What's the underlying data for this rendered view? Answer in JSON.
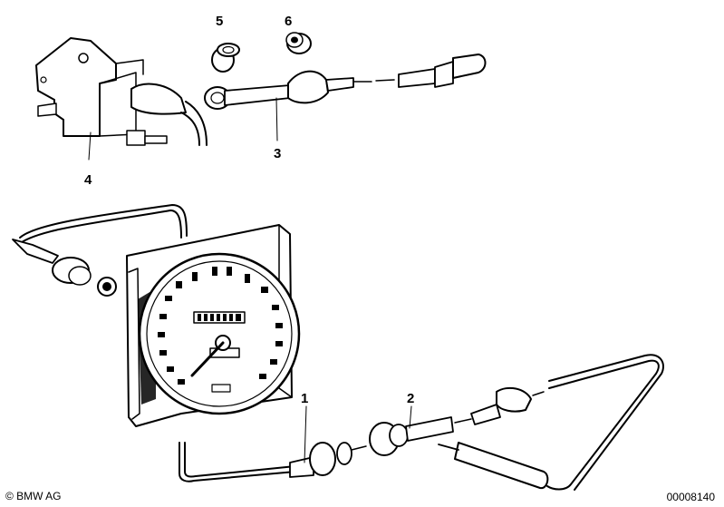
{
  "callouts": [
    {
      "id": "callout-1",
      "label": "1"
    },
    {
      "id": "callout-2",
      "label": "2"
    },
    {
      "id": "callout-3",
      "label": "3"
    },
    {
      "id": "callout-4",
      "label": "4"
    },
    {
      "id": "callout-5",
      "label": "5"
    },
    {
      "id": "callout-6",
      "label": "6"
    }
  ],
  "footer": {
    "copyright": "© BMW AG",
    "diagram_id": "00008140"
  }
}
